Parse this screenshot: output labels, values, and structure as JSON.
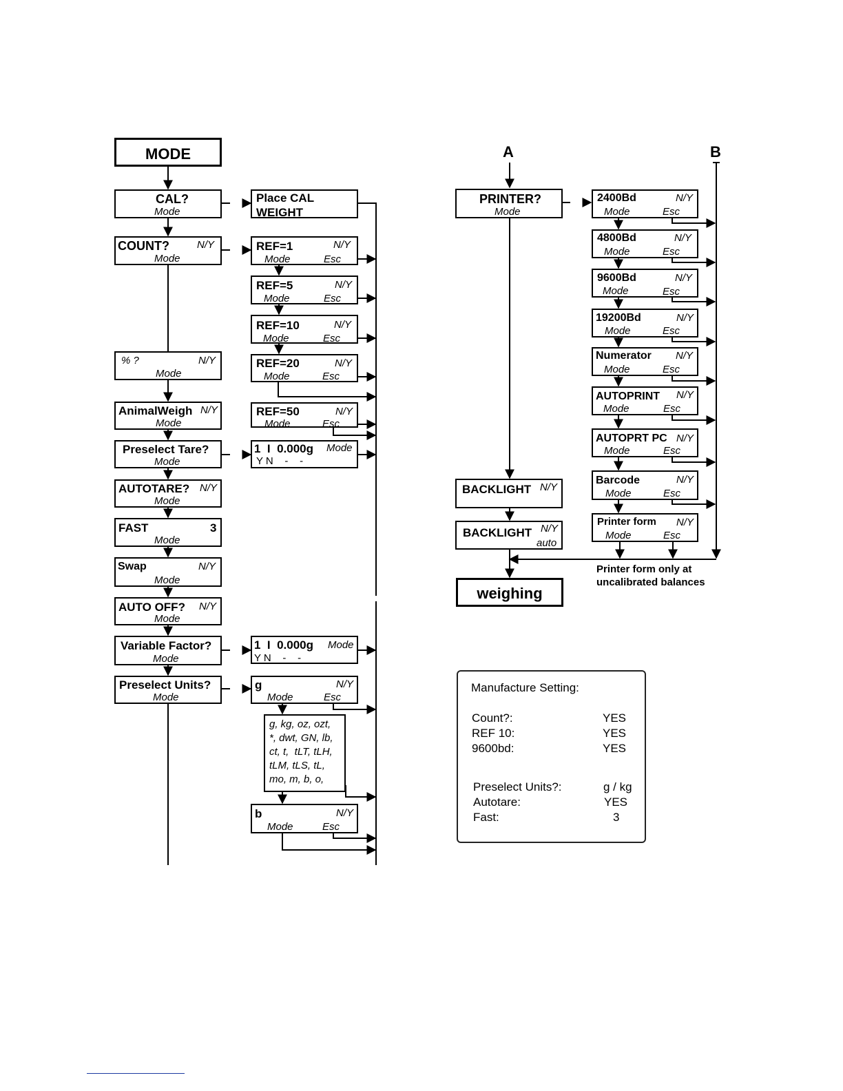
{
  "labels": {
    "A": "A",
    "B": "B",
    "printer_note_1": "Printer form only at",
    "printer_note_2": "uncalibrated balances"
  },
  "left_menu": [
    {
      "id": "mode",
      "title": "MODE"
    },
    {
      "id": "cal",
      "title": "CAL?",
      "sub": "Mode"
    },
    {
      "id": "count",
      "title": "COUNT?",
      "opt": "N/Y",
      "sub": "Mode"
    },
    {
      "id": "percent",
      "title": "% ?",
      "opt": "N/Y",
      "sub": "Mode"
    },
    {
      "id": "animal",
      "title": "AnimalWeigh",
      "opt": "N/Y",
      "sub": "Mode"
    },
    {
      "id": "pretare",
      "title": "Preselect Tare?",
      "sub": "Mode"
    },
    {
      "id": "autotare",
      "title": "AUTOTARE?",
      "opt": "N/Y",
      "sub": "Mode"
    },
    {
      "id": "fast",
      "title": "FAST",
      "opt": "3",
      "sub": "Mode"
    },
    {
      "id": "swap",
      "title": "Swap",
      "opt": "N/Y",
      "sub": "Mode"
    },
    {
      "id": "autooff",
      "title": "AUTO OFF?",
      "opt": "N/Y",
      "sub": "Mode"
    },
    {
      "id": "varfactor",
      "title": "Variable Factor?",
      "sub": "Mode"
    },
    {
      "id": "preunits",
      "title": "Preselect Units?",
      "sub": "Mode"
    }
  ],
  "middle_menu": [
    {
      "id": "placecal",
      "line1": "Place CAL",
      "line2": "WEIGHT"
    },
    {
      "id": "ref1",
      "title": "REF=1",
      "opt": "N/Y",
      "sub": "Mode",
      "esc": "Esc"
    },
    {
      "id": "ref5",
      "title": "REF=5",
      "opt": "N/Y",
      "sub": "Mode",
      "esc": "Esc"
    },
    {
      "id": "ref10",
      "title": "REF=10",
      "opt": "N/Y",
      "sub": "Mode",
      "esc": "Esc"
    },
    {
      "id": "ref20",
      "title": "REF=20",
      "opt": "N/Y",
      "sub": "Mode",
      "esc": "Esc"
    },
    {
      "id": "ref50",
      "title": "REF=50",
      "opt": "N/Y",
      "sub": "Mode",
      "esc": "Esc"
    },
    {
      "id": "tare_entry",
      "title": "1  I  0.000g",
      "opt": "Mode",
      "line2": "Y N    -    -"
    },
    {
      "id": "factor_entry",
      "title": "1  I  0.000g",
      "opt": "Mode",
      "line2": "Y N    -    -"
    },
    {
      "id": "unit_g",
      "title": "g",
      "opt": "N/Y",
      "sub": "Mode",
      "esc": "Esc"
    },
    {
      "id": "unit_b",
      "title": "b",
      "opt": "N/Y",
      "sub": "Mode",
      "esc": "Esc"
    }
  ],
  "units_list": [
    "g, kg, oz, ozt,",
    "*, dwt, GN, lb,",
    "ct, t,  tLT, tLH,",
    "tLM, tLS, tL,",
    "mo, m, b, o,"
  ],
  "printer_menu": [
    {
      "id": "printer",
      "title": "PRINTER?",
      "sub": "Mode"
    },
    {
      "id": "backlight1",
      "title": "BACKLIGHT",
      "opt": "N/Y"
    },
    {
      "id": "backlight2",
      "title": "BACKLIGHT",
      "opt": "N/Y",
      "sub": "auto"
    },
    {
      "id": "weighing",
      "title": "weighing"
    }
  ],
  "baud_menu": [
    {
      "id": "b2400",
      "title": "2400Bd",
      "opt": "N/Y",
      "sub": "Mode",
      "esc": "Esc"
    },
    {
      "id": "b4800",
      "title": "4800Bd",
      "opt": "N/Y",
      "sub": "Mode",
      "esc": "Esc"
    },
    {
      "id": "b9600",
      "title": "9600Bd",
      "opt": "N/Y",
      "sub": "Mode",
      "esc": "Esc"
    },
    {
      "id": "b19200",
      "title": "19200Bd",
      "opt": "N/Y",
      "sub": "Mode",
      "esc": "Esc"
    },
    {
      "id": "numerator",
      "title": "Numerator",
      "opt": "N/Y",
      "sub": "Mode",
      "esc": "Esc"
    },
    {
      "id": "autoprint",
      "title": "AUTOPRINT",
      "opt": "N/Y",
      "sub": "Mode",
      "esc": "Esc"
    },
    {
      "id": "autoprtpc",
      "title": "AUTOPRT PC",
      "opt": "N/Y",
      "sub": "Mode",
      "esc": "Esc"
    },
    {
      "id": "barcode",
      "title": "Barcode",
      "opt": "N/Y",
      "sub": "Mode",
      "esc": "Esc"
    },
    {
      "id": "printerform",
      "title": "Printer form",
      "opt": "N/Y",
      "sub": "Mode",
      "esc": "Esc"
    }
  ],
  "manufacture": {
    "title": "Manufacture Setting:",
    "rows": [
      {
        "label": "Count?:",
        "value": "YES"
      },
      {
        "label": "REF 10:",
        "value": "YES"
      },
      {
        "label": "9600bd:",
        "value": "YES"
      },
      {
        "label": "Preselect Units?:",
        "value": "g / kg"
      },
      {
        "label": "Autotare:",
        "value": "YES"
      },
      {
        "label": "Fast:",
        "value": "3"
      }
    ]
  }
}
